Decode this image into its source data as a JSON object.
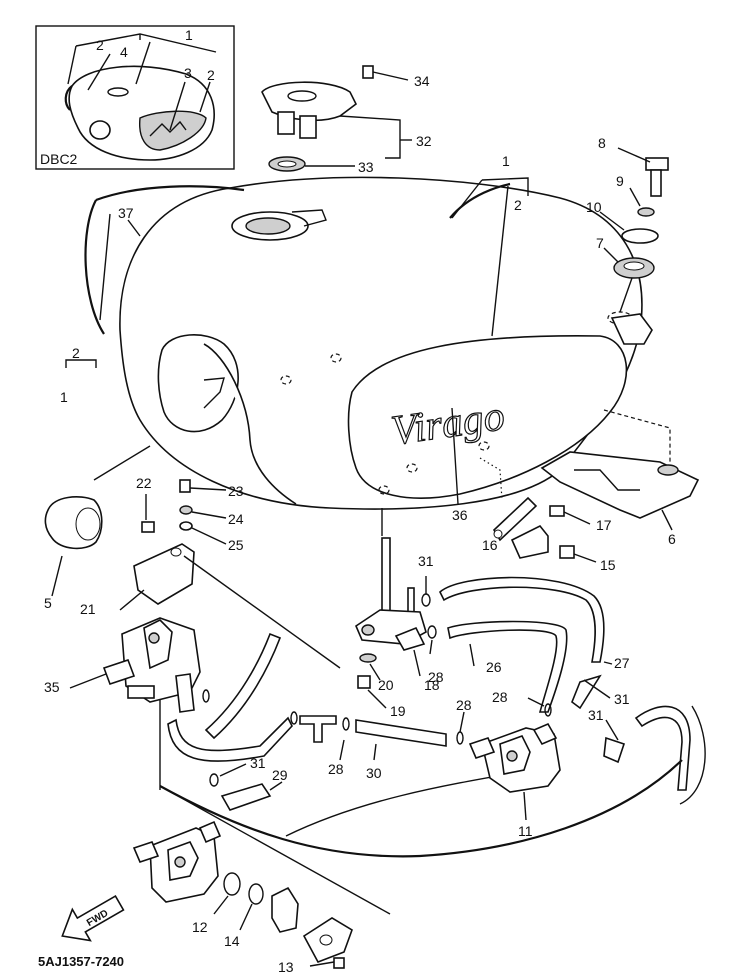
{
  "inset": {
    "model_label": "DBC2",
    "callouts": [
      "1",
      "2",
      "2",
      "3",
      "4"
    ]
  },
  "callouts": {
    "c1": "1",
    "c2": "2",
    "c1b": "1",
    "c2b": "2",
    "c5": "5",
    "c6": "6",
    "c7": "7",
    "c8": "8",
    "c9": "9",
    "c10": "10",
    "c11": "11",
    "c12": "12",
    "c13": "13",
    "c14": "14",
    "c15": "15",
    "c16": "16",
    "c17": "17",
    "c18": "18",
    "c19": "19",
    "c20": "20",
    "c21": "21",
    "c22": "22",
    "c23": "23",
    "c24": "24",
    "c25": "25",
    "c26": "26",
    "c27": "27",
    "c28a": "28",
    "c28b": "28",
    "c28c": "28",
    "c28d": "28",
    "c29": "29",
    "c30": "30",
    "c31a": "31",
    "c31b": "31",
    "c31c": "31",
    "c31d": "31",
    "c32": "32",
    "c33": "33",
    "c34": "34",
    "c35": "35",
    "c36": "36",
    "c37": "37"
  },
  "tank_logo": "Virago",
  "fwd_label": "FWD",
  "diagram_code": "5AJ1357-7240"
}
